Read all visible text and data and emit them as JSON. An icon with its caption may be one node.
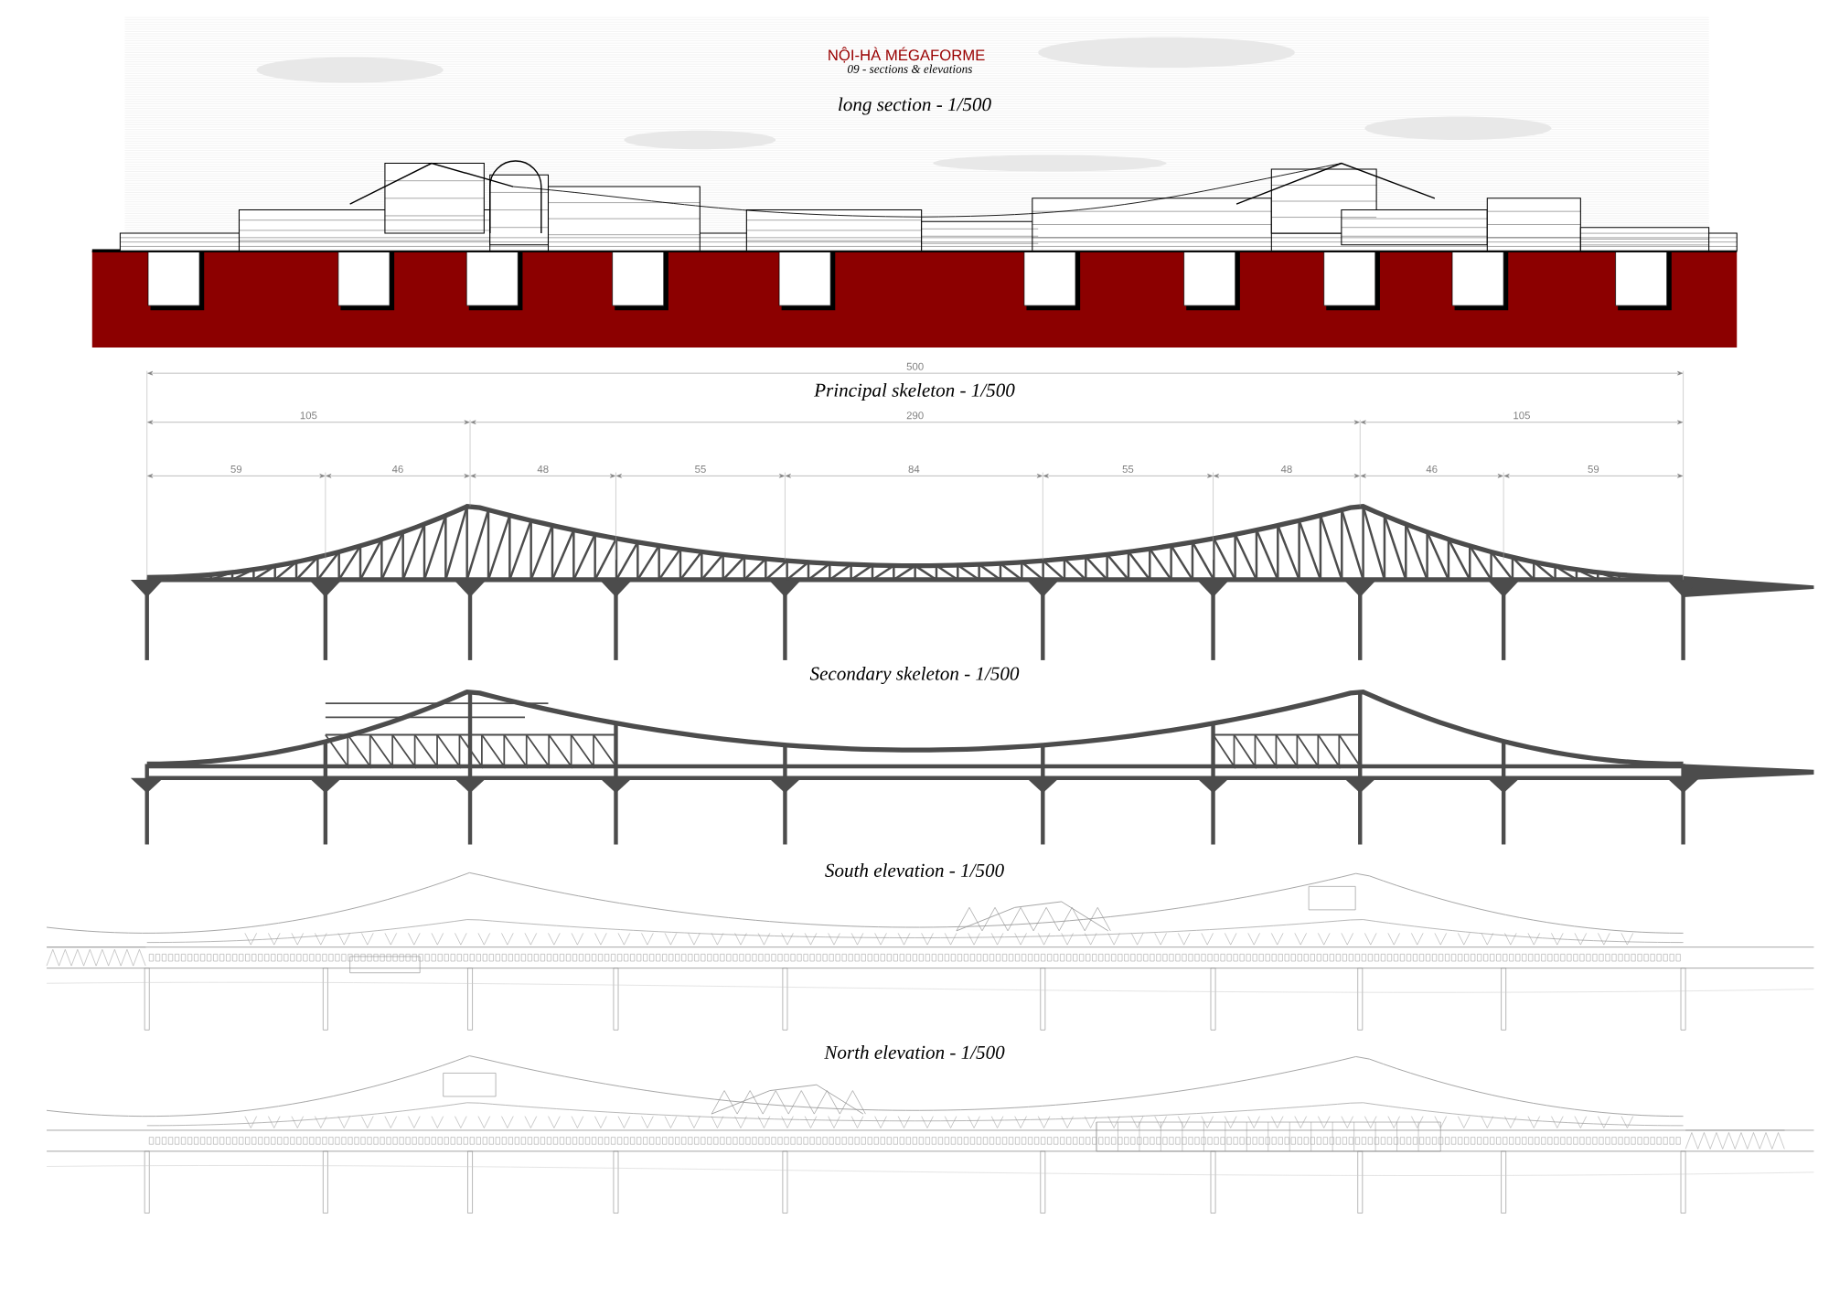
{
  "diagram": {
    "title": "NỘI-HÀ MÉGAFORME",
    "labels": [
      "09 - sections & elevations",
      "long section - 1/500",
      "500",
      "Principal skeleton - 1/500",
      "105",
      "290",
      "105",
      "59",
      "46",
      "48",
      "55",
      "84",
      "55",
      "48",
      "46",
      "59",
      "Secondary skeleton - 1/500",
      "South elevation - 1/500",
      "North elevation - 1/500"
    ]
  }
}
